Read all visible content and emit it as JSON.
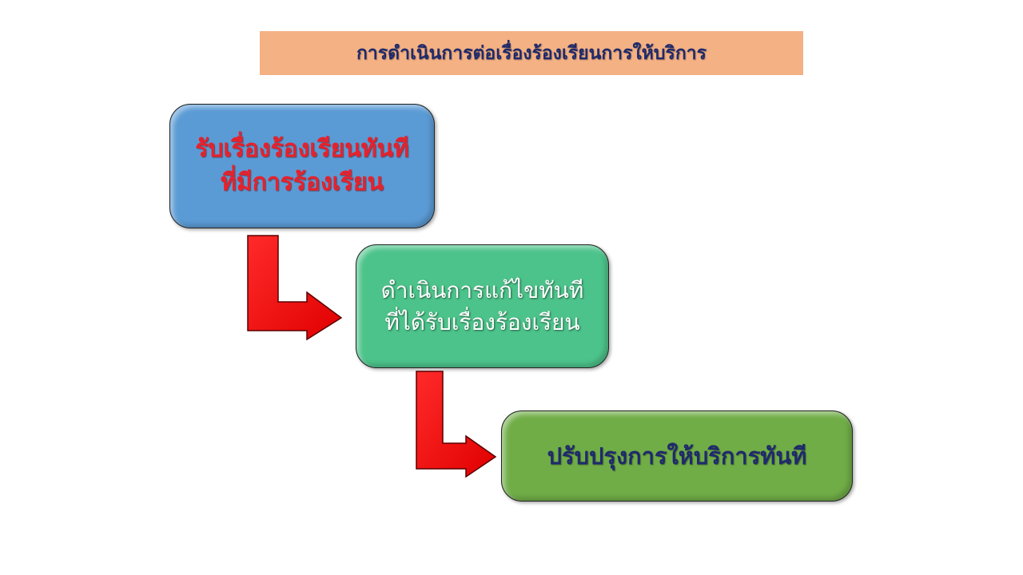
{
  "title": "การดำเนินการต่อเรื่องร้องเรียนการให้บริการ",
  "colors": {
    "title_bg": "#f4b183",
    "title_text": "#1f2a6b",
    "step1_bg": "#5b9bd5",
    "step1_text": "#e8212b",
    "step2_bg": "#4cc38a",
    "step2_text": "#ffffff",
    "step3_bg": "#70ad47",
    "step3_text": "#1f2a6b",
    "arrow": "#ff0000"
  },
  "steps": [
    {
      "line1": "รับเรื่องร้องเรียนทันที",
      "line2": "ที่มีการร้องเรียน"
    },
    {
      "line1": "ดำเนินการแก้ไขทันที",
      "line2": "ที่ได้รับเรื่องร้องเรียน"
    },
    {
      "line1": "ปรับปรุงการให้บริการทันที"
    }
  ],
  "connectors": [
    {
      "from": 1,
      "to": 2,
      "icon": "bent-arrow-right-icon"
    },
    {
      "from": 2,
      "to": 3,
      "icon": "bent-arrow-right-icon"
    }
  ]
}
